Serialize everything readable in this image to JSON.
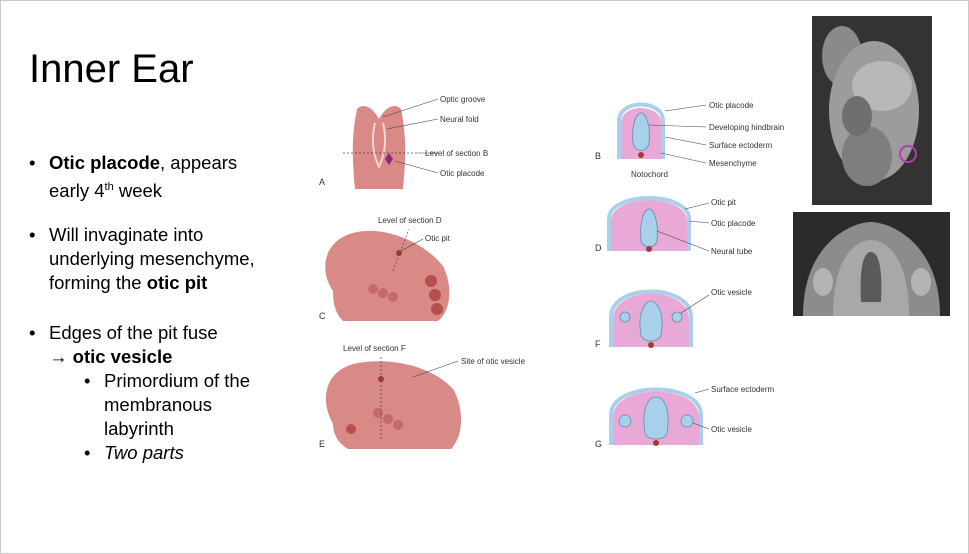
{
  "title": "Inner Ear",
  "bullets": {
    "b1": {
      "bold": "Otic placode",
      "rest": ", appears",
      "line2a": "early 4",
      "sup": "th",
      "line2b": " week"
    },
    "b2": {
      "line1": "Will invaginate into",
      "line2": "underlying mesenchyme,",
      "line3a": "forming the ",
      "line3b": "otic pit"
    },
    "b3": {
      "line1": "Edges of the pit fuse",
      "arrow": "→ ",
      "line2b": "otic vesicle"
    },
    "sub1": {
      "line1": "Primordium of the",
      "line2": "membranous",
      "line3": "labyrinth"
    },
    "sub2": {
      "text": "Two parts"
    }
  },
  "figure": {
    "A": {
      "letter": "A",
      "optic_groove": "Optic groove",
      "neural_fold": "Neural fold",
      "level_b": "Level of section B",
      "otic_placode": "Otic placode"
    },
    "B": {
      "letter": "B",
      "otic_placode": "Otic placode",
      "hindbrain": "Developing hindbrain",
      "surface": "Surface ectoderm",
      "mesenchyme": "Mesenchyme",
      "notochord": "Notochord"
    },
    "C": {
      "letter": "C",
      "level_d": "Level of section D",
      "otic_pit": "Otic pit"
    },
    "D": {
      "letter": "D",
      "otic_pit": "Otic pit",
      "otic_placode": "Otic placode",
      "neural_tube": "Neural tube"
    },
    "E": {
      "letter": "E",
      "level_f": "Level of section F",
      "site": "Site of otic vesicle"
    },
    "F": {
      "letter": "F",
      "otic_vesicle": "Otic vesicle"
    },
    "G": {
      "letter": "G",
      "surface": "Surface ectoderm",
      "otic_vesicle": "Otic vesicle"
    }
  },
  "colors": {
    "embryo": "#d98a86",
    "tissue_pink": "#e8a9d6",
    "ectoderm_blue": "#a9d0ea",
    "notochord": "#a33a3a",
    "marker_circle": "#b03cb0"
  }
}
